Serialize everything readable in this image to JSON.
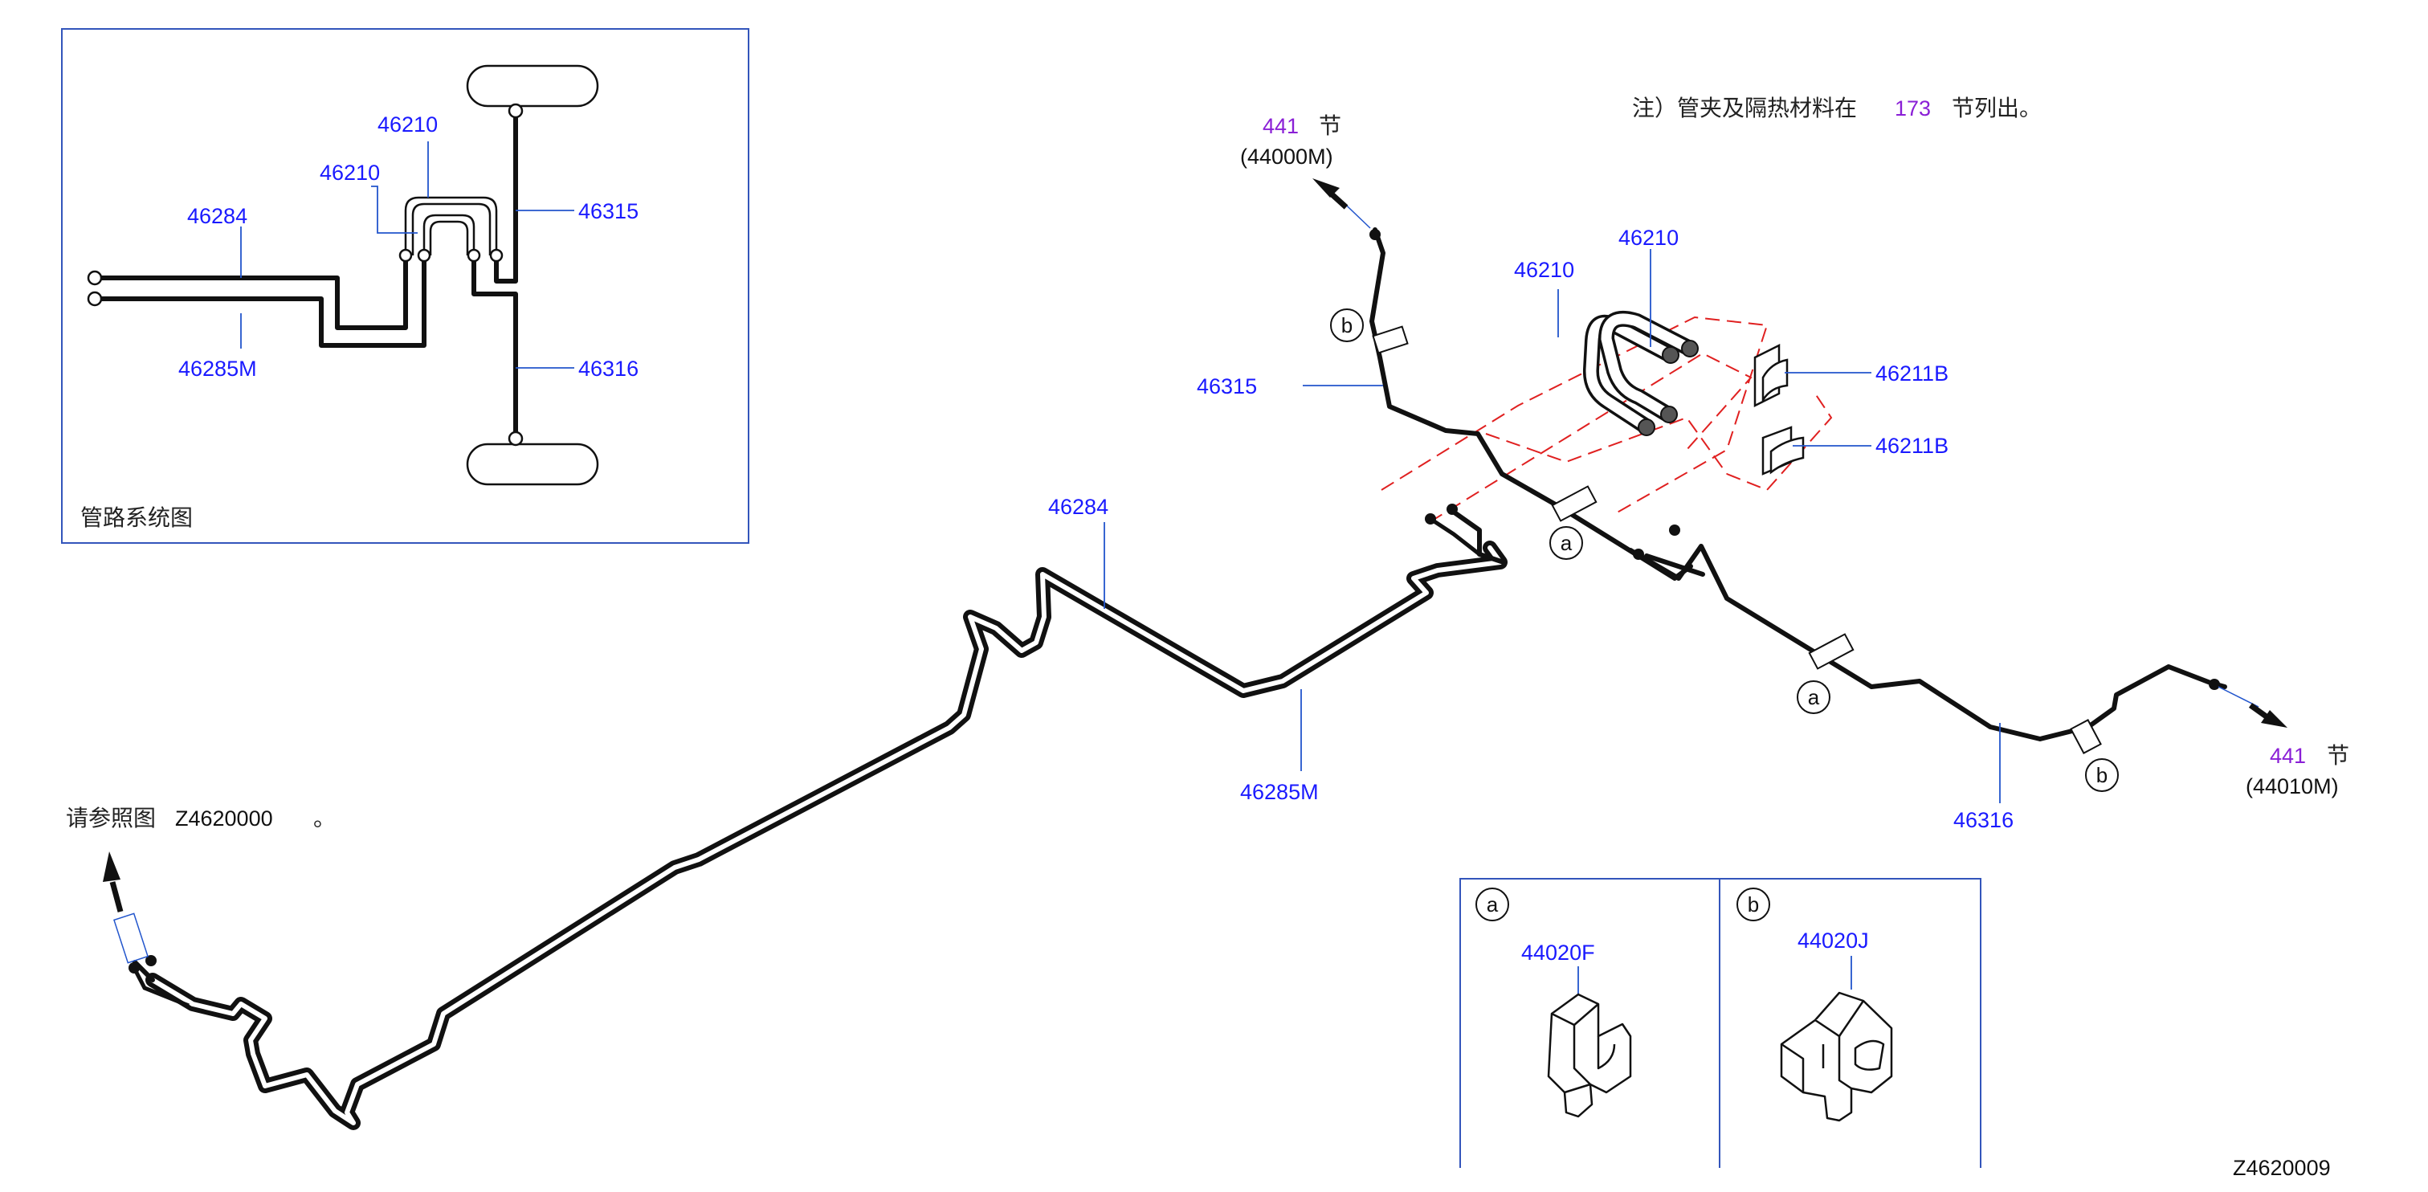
{
  "colors": {
    "part_number": "#1a1aff",
    "page_ref": "#8a1fd6",
    "callout_line": "#2255cc",
    "phantom_line": "#e02020",
    "frame": "#3355bb",
    "pipe": "#111111"
  },
  "inset": {
    "caption": "管路系统图",
    "labels": {
      "p46210_top": "46210",
      "p46210_left": "46210",
      "p46284": "46284",
      "p46285m": "46285M",
      "p46315": "46315",
      "p46316": "46316"
    }
  },
  "note": {
    "prefix": "注）管夹及隔热材料在",
    "page": "173",
    "suffix": "节列出。"
  },
  "references": {
    "front": {
      "page": "441",
      "section": "节",
      "code": "(44000M)"
    },
    "rear": {
      "page": "441",
      "section": "节",
      "code": "(44010M)"
    },
    "see_figure": {
      "prefix": "请参照图",
      "code": "Z4620000",
      "suffix": "。"
    }
  },
  "parts": {
    "p46284": "46284",
    "p46285m": "46285M",
    "p46315": "46315",
    "p46316": "46316",
    "p46210_a": "46210",
    "p46210_b": "46210",
    "p46211b_a": "46211B",
    "p46211b_b": "46211B"
  },
  "clip_markers": {
    "a": "a",
    "b": "b"
  },
  "clip_table": {
    "a": {
      "marker": "a",
      "part": "44020F"
    },
    "b": {
      "marker": "b",
      "part": "44020J"
    }
  },
  "figure_id": "Z4620009"
}
